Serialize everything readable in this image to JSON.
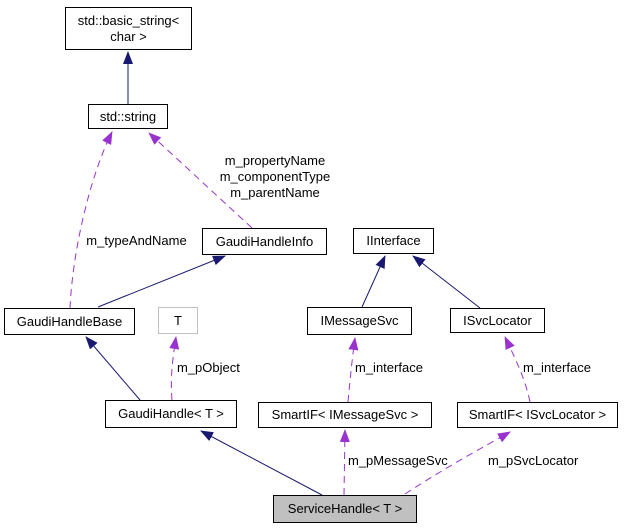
{
  "diagram": {
    "type": "uml-collaboration-diagram",
    "colors": {
      "background": "#ffffff",
      "inheritance_edge": "#191970",
      "usage_edge": "#9a32cd",
      "node_border": "#000000",
      "node_fill": "#ffffff",
      "template_param_border": "#c0c0c0",
      "highlight_node_fill": "#c0c0c0",
      "text": "#000000"
    },
    "nodes": {
      "std_basic_string": {
        "line1": "std::basic_string<",
        "line2": "char >"
      },
      "std_string": {
        "label": "std::string"
      },
      "gaudi_handle_info": {
        "label": "GaudiHandleInfo"
      },
      "iinterface": {
        "label": "IInterface"
      },
      "gaudi_handle_base": {
        "label": "GaudiHandleBase"
      },
      "template_t": {
        "label": "T"
      },
      "imessage_svc": {
        "label": "IMessageSvc"
      },
      "isvc_locator": {
        "label": "ISvcLocator"
      },
      "gaudi_handle": {
        "label": "GaudiHandle< T >"
      },
      "smartif_imessage_svc": {
        "label": "SmartIF< IMessageSvc >"
      },
      "smartif_isvc_locator": {
        "label": "SmartIF< ISvcLocator >"
      },
      "service_handle": {
        "label": "ServiceHandle< T >"
      }
    },
    "edge_labels": {
      "property_group": {
        "line1": "m_propertyName",
        "line2": "m_componentType",
        "line3": "m_parentName"
      },
      "type_and_name": "m_typeAndName",
      "p_object": "m_pObject",
      "interface_left": "m_interface",
      "interface_right": "m_interface",
      "p_message_svc": "m_pMessageSvc",
      "p_svc_locator": "m_pSvcLocator"
    }
  }
}
